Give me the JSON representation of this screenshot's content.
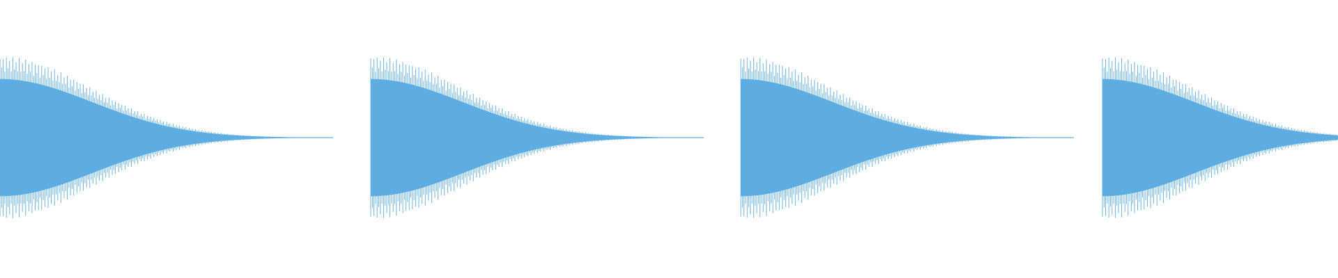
{
  "waveform": {
    "color": "#5dade2",
    "background": "#ffffff",
    "clip_count": 4,
    "clips": [
      {
        "shape": "decaying-oscillation",
        "peak_amplitude": 0.93,
        "decay": "gaussian"
      },
      {
        "shape": "decaying-oscillation",
        "peak_amplitude": 0.93,
        "decay": "gaussian"
      },
      {
        "shape": "decaying-oscillation",
        "peak_amplitude": 0.93,
        "decay": "gaussian"
      },
      {
        "shape": "decaying-oscillation",
        "peak_amplitude": 0.93,
        "decay": "gaussian",
        "truncated": true
      }
    ]
  }
}
